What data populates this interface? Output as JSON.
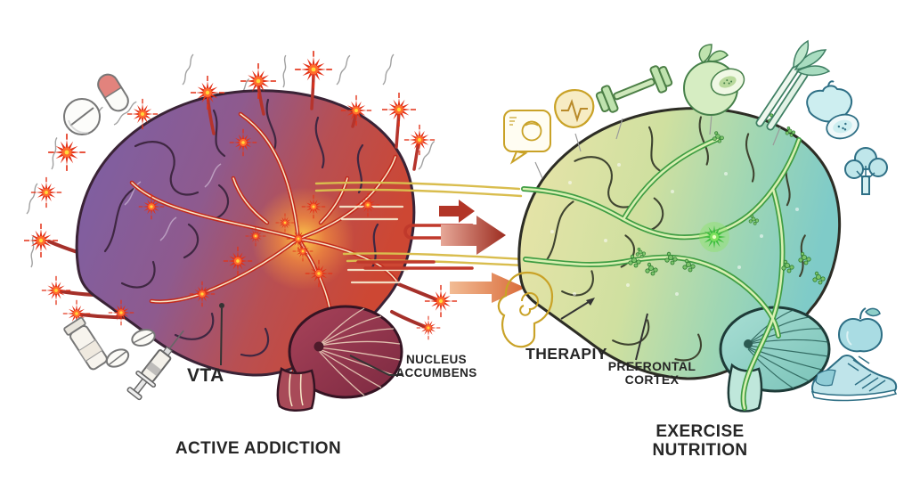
{
  "captions": {
    "active_addiction": "ACTIVE ADDICTION",
    "exercise": "EXERCISE",
    "nutrition": "NUTRITION"
  },
  "labels": {
    "vta": "VTA",
    "nucleus_line1": "NUCLEUS",
    "nucleus_line2": "ACCUMBENS",
    "therapy": "THERAPIY",
    "prefrontal_line1": "PREFRONTAL",
    "prefrontal_line2": "CORTEX"
  },
  "icons": {
    "left": [
      "capsule-pill",
      "round-tablet",
      "inflamed-neuron",
      "medicine-vial",
      "oval-pill",
      "syringe"
    ],
    "right": [
      "speech-bubble-face",
      "heart-pulse",
      "dumbbell",
      "melon",
      "leek",
      "squash",
      "broccoli",
      "apple",
      "sneaker",
      "head-profile"
    ]
  },
  "colors": {
    "addiction_purple": "#7a61a8",
    "addiction_red": "#cd4733",
    "inflammation_red": "#e33117",
    "hotspot_orange": "#ffb23e",
    "cerebellum_maroon": "#93364b",
    "recovery_yellow": "#eae4a9",
    "recovery_green": "#9ed6b4",
    "recovery_teal": "#7fcbc8",
    "pathway_green": "#3f9d43",
    "tract_yellow": "#d9bd4e",
    "arrow_red": "#9c2c20",
    "arrow_orange": "#d96a38"
  }
}
